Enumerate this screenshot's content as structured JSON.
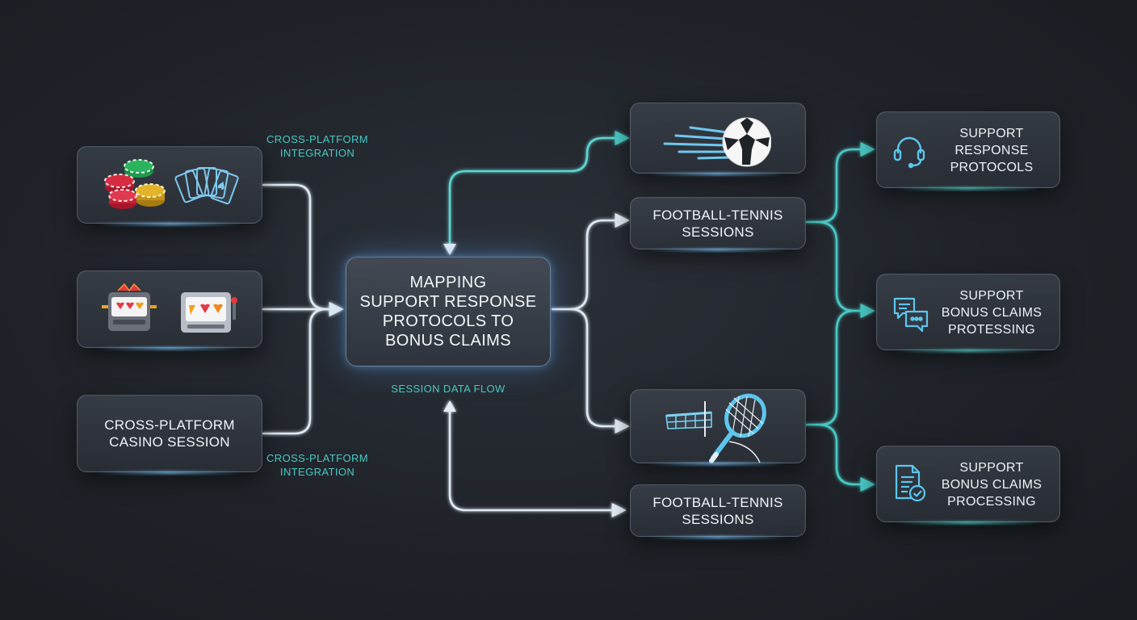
{
  "center": {
    "line1": "Mapping",
    "line2": "Support Response",
    "line3": "Protocols to",
    "line4": "Bonus Claims"
  },
  "labels": {
    "integration_top_1": "Cross-Platform",
    "integration_top_2": "Integration",
    "integration_bottom_1": "Cross-Platform",
    "integration_bottom_2": "Integration",
    "session_flow": "Session Data Flow"
  },
  "left_nodes": {
    "casino_session_1": "Cross-Platform",
    "casino_session_2": "Casino Session"
  },
  "sessions": {
    "top_1": "Football-Tennis",
    "top_2": "Sessions",
    "bottom_1": "Football-Tennis",
    "bottom_2": "Sessions"
  },
  "support": {
    "protocols_1": "Support",
    "protocols_2": "Response",
    "protocols_3": "Protocols",
    "claims_a_1": "Support",
    "claims_a_2": "Bonus Claims",
    "claims_a_3": "Protessing",
    "claims_b_1": "Support",
    "claims_b_2": "Bonus Claims",
    "claims_b_3": "Processing"
  },
  "icons": {
    "casino": [
      "poker-chips-icon",
      "playing-cards-icon"
    ],
    "slots": [
      "slot-machine-icon",
      "slot-machine-icon"
    ],
    "football": "soccer-ball-icon",
    "tennis": "tennis-racket-net-icon",
    "support": [
      "headset-icon",
      "chat-bubbles-icon",
      "document-check-icon"
    ]
  },
  "colors": {
    "background": "#1f2329",
    "teal_accent": "#49c9c4",
    "blue_glow": "#7ec8ff",
    "connector_white": "#dfe9f2"
  }
}
